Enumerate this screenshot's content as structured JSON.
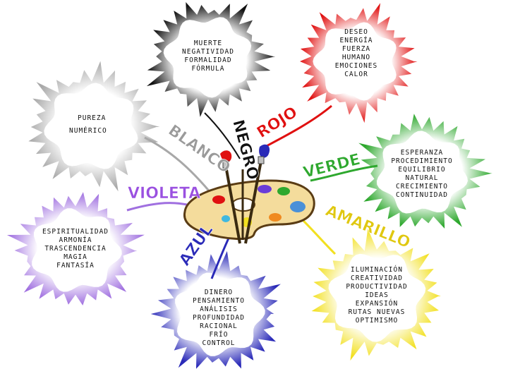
{
  "clouds": {
    "negro": {
      "color": "#111111",
      "lines": [
        "MUERTE",
        "NEGATIVIDAD",
        "FORMALIDAD",
        "FÓRMULA"
      ]
    },
    "rojo": {
      "color": "#e01010",
      "lines": [
        "DESEO",
        "ENERGÍA",
        "FUERZA",
        "HUMANO",
        "EMOCIONES",
        "CALOR"
      ]
    },
    "blanco": {
      "color": "#a8a8a8",
      "lines": [
        "PUREZA",
        "NUMÉRICO"
      ]
    },
    "verde": {
      "color": "#2ea82e",
      "lines": [
        "ESPERANZA",
        "PROCEDIMIENTO",
        "EQUILIBRIO",
        "NATURAL",
        "CRECIMIENTO",
        "CONTINUIDAD"
      ]
    },
    "violeta": {
      "color": "#a070e0",
      "lines": [
        "ESPIRITUALIDAD",
        "ARMONÍA",
        "TRASCENDENCIA",
        "MAGIA",
        "FANTASÍA"
      ]
    },
    "azul": {
      "color": "#2a2ab8",
      "lines": [
        "DINERO",
        "PENSAMIENTO",
        "ANÁLISIS",
        "PROFUNDIDAD",
        "RACIONAL",
        "FRÍO",
        "CONTROL"
      ]
    },
    "amarillo": {
      "color": "#f2e020",
      "lines": [
        "ILUMINACIÓN",
        "CREATIVIDAD",
        "PRODUCTIVIDAD",
        "IDEAS",
        "EXPANSIÓN",
        "RUTAS NUEVAS",
        "OPTIMISMO"
      ]
    }
  },
  "labels": {
    "negro": {
      "text": "NEGRO",
      "color": "#111111"
    },
    "rojo": {
      "text": "ROJO",
      "color": "#e01010"
    },
    "blanco": {
      "text": "BLANCO",
      "color": "#9a9a9a"
    },
    "verde": {
      "text": "VERDE",
      "color": "#2ea82e"
    },
    "violeta": {
      "text": "VIOLETA",
      "color": "#9a50e0"
    },
    "azul": {
      "text": "AZUL",
      "color": "#2a2ab8"
    },
    "amarillo": {
      "text": "AMARILLO",
      "color": "#e0c810"
    }
  }
}
